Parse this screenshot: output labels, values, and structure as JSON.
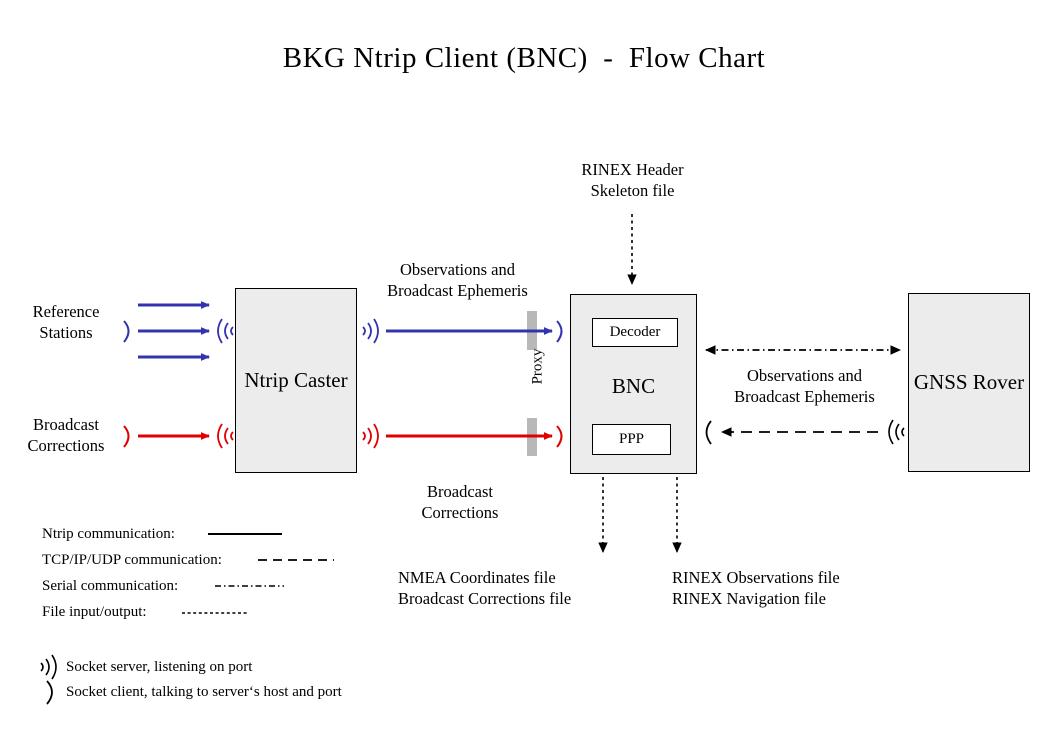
{
  "title": "BKG Ntrip Client (BNC)  -  Flow Chart",
  "nodes": {
    "ntrip_caster": "Ntrip\nCaster",
    "bnc": "BNC",
    "gnss_rover": "GNSS\nRover",
    "decoder": "Decoder",
    "ppp": "PPP",
    "proxy": "Proxy"
  },
  "labels": {
    "reference_stations": "Reference\nStations",
    "broadcast_corrections_left": "Broadcast\nCorrections",
    "observations_ephemeris_mid": "Observations and\nBroadcast Ephemeris",
    "broadcast_corrections_mid": "Broadcast\nCorrections",
    "rinex_header_skeleton": "RINEX Header\nSkeleton file",
    "observations_ephemeris_right": "Observations and\nBroadcast Ephemeris",
    "nmea_output_files": "NMEA Coordinates file\nBroadcast Corrections file",
    "rinex_output_files": "RINEX Observations file\nRINEX Navigation file"
  },
  "legend": {
    "lines": [
      {
        "label": "Ntrip communication:",
        "style": "solid"
      },
      {
        "label": "TCP/IP/UDP communication:",
        "style": "long-dash"
      },
      {
        "label": "Serial communication:",
        "style": "dash-dot"
      },
      {
        "label": "File input/output:",
        "style": "fine-dot"
      }
    ],
    "sockets": [
      {
        "glyph": "socket-server-icon",
        "label": "Socket server, listening on port"
      },
      {
        "glyph": "socket-client-icon",
        "label": "Socket client, talking to server‘s host and port"
      }
    ]
  },
  "colors": {
    "ntrip_blue": "#3333b0",
    "ntrip_red": "#e00000",
    "box_fill": "#ececec",
    "proxy_bar": "#b8b8b8",
    "stroke_black": "#000000"
  }
}
